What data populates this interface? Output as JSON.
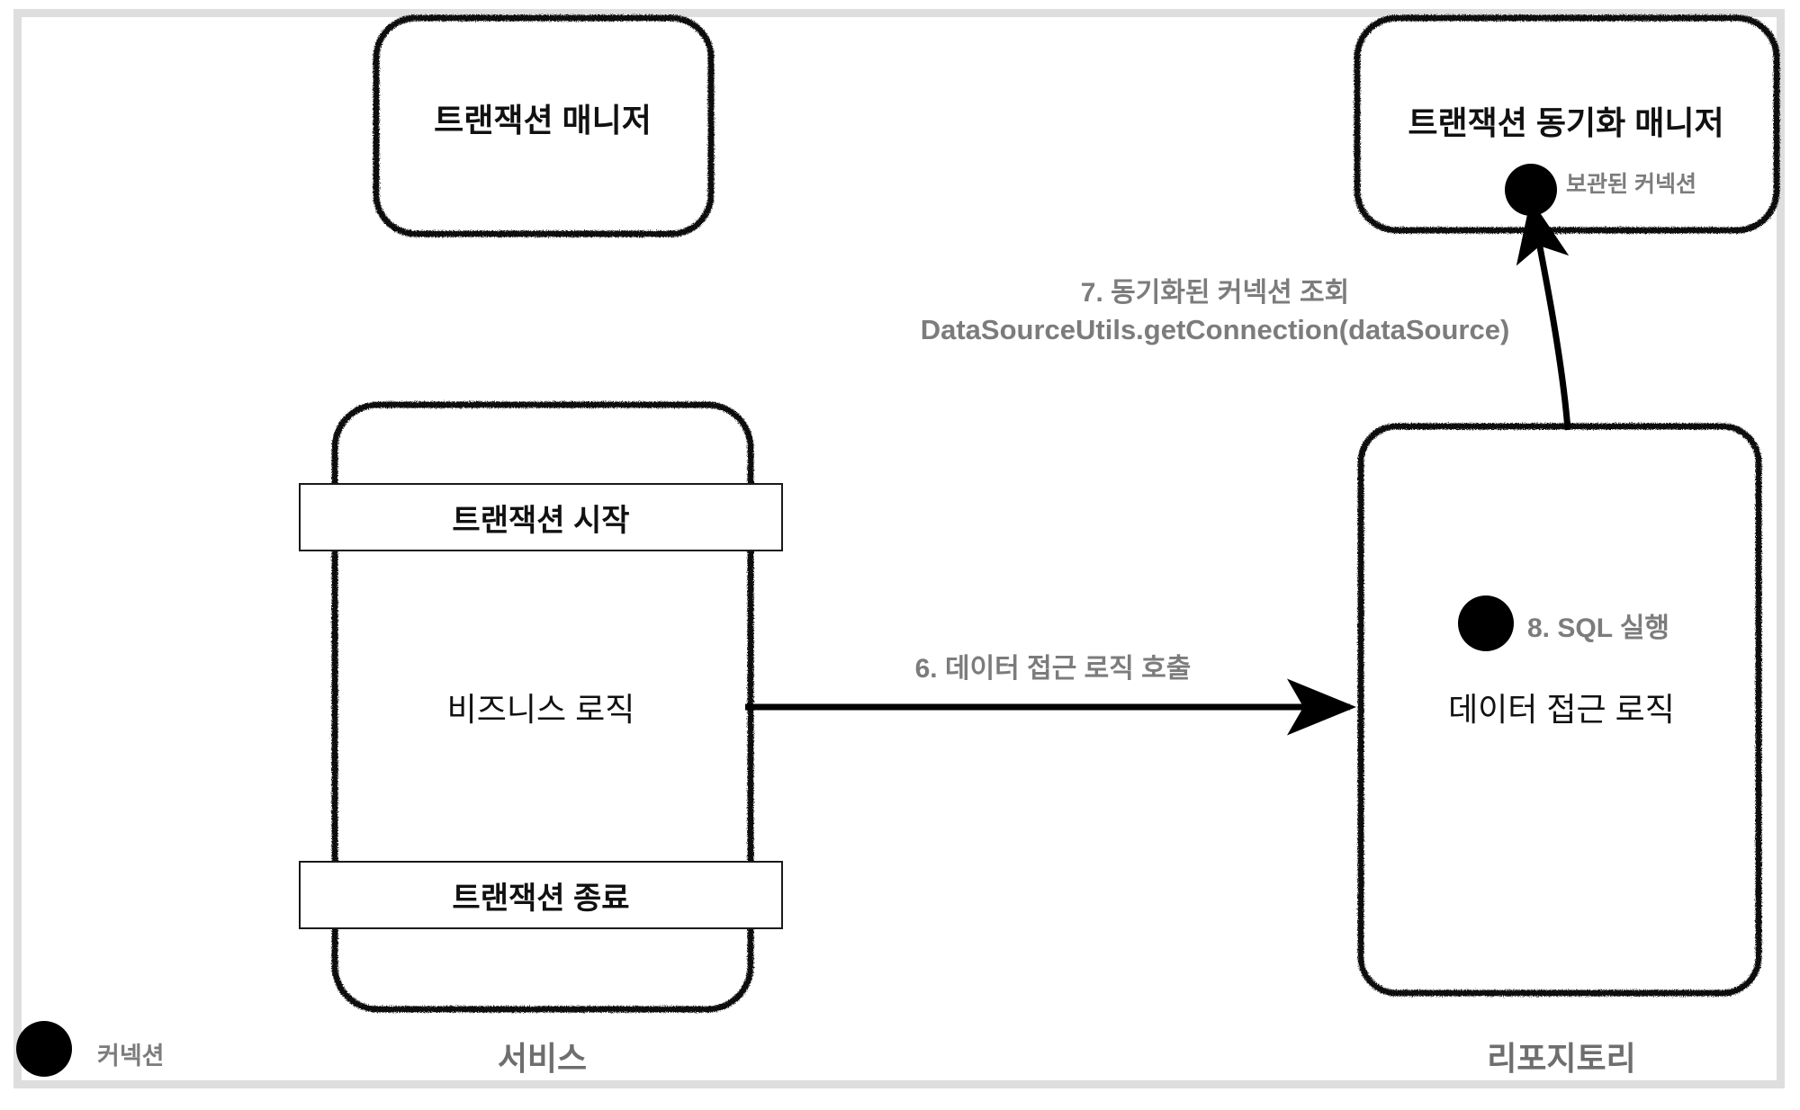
{
  "diagram": {
    "title_hidden": "",
    "frame_color": "#dedede",
    "accent_gray": "#7c7c7c",
    "stroke_color": "#111111",
    "nodes": [
      {
        "id": "transaction-manager",
        "label": "트랜잭션 매니저"
      },
      {
        "id": "transaction-sync-manager",
        "label": "트랜잭션 동기화 매니저",
        "dot_label": "보관된 커넥션"
      },
      {
        "id": "service",
        "lane_label": "서비스",
        "body_label": "비즈니스 로직",
        "band_top_label": "트랜잭션 시작",
        "band_bottom_label": "트랜잭션 종료"
      },
      {
        "id": "repository",
        "lane_label": "리포지토리",
        "body_label": "데이터 접근 로직",
        "dot_label": "8. SQL 실행"
      }
    ],
    "edges": [
      {
        "id": "service-to-repository",
        "label": "6. 데이터 접근 로직 호출",
        "from": "service",
        "to": "repository",
        "style": "straight-arrow"
      },
      {
        "id": "repository-to-sync-manager",
        "label_line1": "7. 동기화된 커넥션 조회",
        "label_line2": "DataSourceUtils.getConnection(dataSource)",
        "from": "repository",
        "to": "transaction-sync-manager",
        "style": "curved-arrow"
      }
    ],
    "legend": {
      "dot_label": "커넥션"
    }
  }
}
